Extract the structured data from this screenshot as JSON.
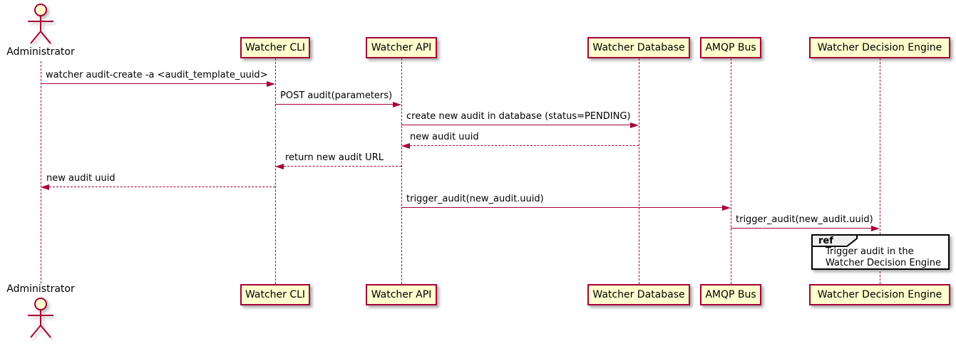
{
  "participants": [
    {
      "label": "Administrator",
      "type": "actor"
    },
    {
      "label": "Watcher CLI",
      "type": "participant"
    },
    {
      "label": "Watcher API",
      "type": "participant"
    },
    {
      "label": "Watcher Database",
      "type": "participant"
    },
    {
      "label": "AMQP Bus",
      "type": "participant"
    },
    {
      "label": "Watcher Decision Engine",
      "type": "participant"
    }
  ],
  "messages": [
    {
      "from": "Administrator",
      "to": "Watcher CLI",
      "label": "watcher audit-create -a <audit_template_uuid>",
      "line_style": "solid",
      "direction": "right"
    },
    {
      "from": "Watcher CLI",
      "to": "Watcher API",
      "label": "POST audit(parameters)",
      "line_style": "solid",
      "direction": "right"
    },
    {
      "from": "Watcher API",
      "to": "Watcher Database",
      "label": "create new audit in database (status=PENDING)",
      "line_style": "solid",
      "direction": "right"
    },
    {
      "from": "Watcher Database",
      "to": "Watcher API",
      "label": "new audit uuid",
      "line_style": "dashed",
      "direction": "left"
    },
    {
      "from": "Watcher API",
      "to": "Watcher CLI",
      "label": "return new audit URL",
      "line_style": "dashed",
      "direction": "left"
    },
    {
      "from": "Watcher CLI",
      "to": "Administrator",
      "label": "new audit uuid",
      "line_style": "dashed",
      "direction": "left"
    },
    {
      "from": "Watcher API",
      "to": "AMQP Bus",
      "label": "trigger_audit(new_audit.uuid)",
      "line_style": "solid",
      "direction": "right"
    },
    {
      "from": "AMQP Bus",
      "to": "Watcher Decision Engine",
      "label": "trigger_audit(new_audit.uuid)",
      "line_style": "solid",
      "direction": "right"
    }
  ],
  "ref_fragment": {
    "keyword": "ref",
    "text_line1": "Trigger audit in the",
    "text_line2": "Watcher Decision Engine"
  },
  "colors": {
    "participant_fill": "#fefece",
    "accent": "#a80036",
    "text": "#000000",
    "ref_header_fill": "#eeeeee",
    "ref_border": "#000000",
    "background": "#ffffff"
  }
}
